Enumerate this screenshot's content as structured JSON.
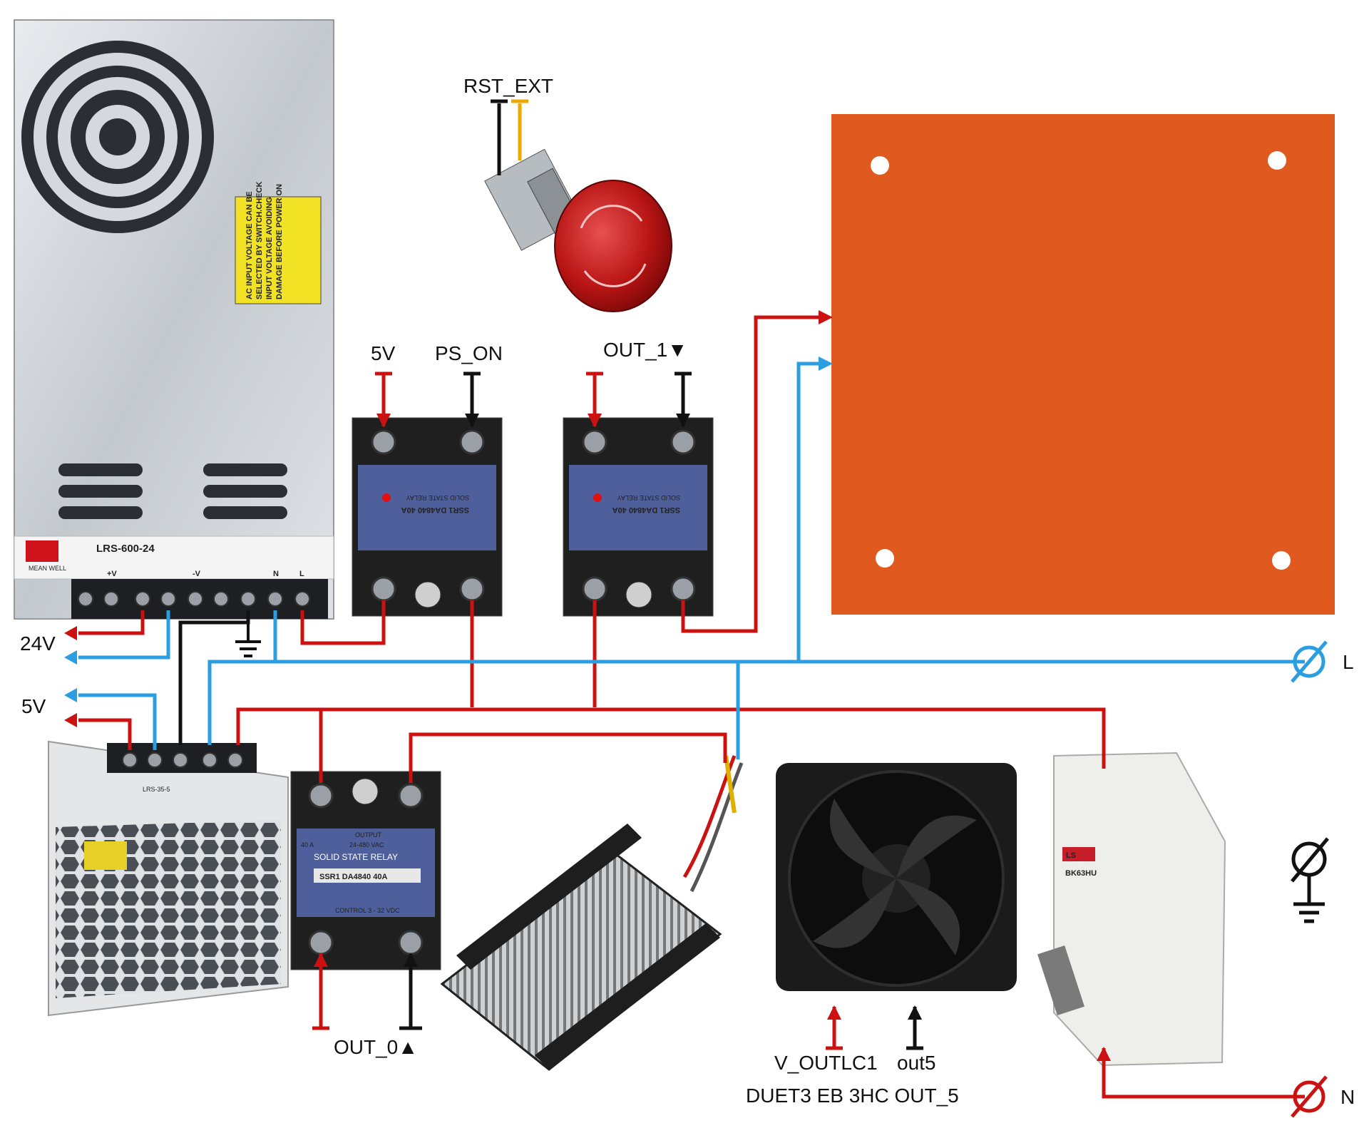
{
  "labels": {
    "rst_ext": "RST_EXT",
    "ssr1_5v": "5V",
    "ps_on": "PS_ON",
    "out_1": "OUT_1▼",
    "psu_24v": "24V",
    "psu_5v": "5V",
    "line": "L",
    "neutral": "N",
    "out_0": "OUT_0▲",
    "v_outlc1": "V_OUTLC1",
    "out5": "out5",
    "duet3": "DUET3 EB 3HC OUT_5"
  },
  "psu_large": {
    "model": "LRS-600-24",
    "brand": "MEAN WELL",
    "terminals": [
      "+V",
      "-V",
      "N",
      "L"
    ],
    "warning": [
      "AC INPUT VOLTAGE CAN BE",
      "SELECTED BY SWITCH.CHECK",
      "INPUT VOLTAGE AVOIDING",
      "DAMAGE BEFORE POWER ON"
    ]
  },
  "psu_small": {
    "model": "LRS-35-5"
  },
  "ssr": {
    "model": "SSR1 DA4840 40A",
    "type": "SOLID STATE RELAY",
    "control": "CONTROL 3 - 32 VDC",
    "output": "OUTPUT",
    "voltage": "24-480 VAC",
    "current": "40 A"
  },
  "breaker": {
    "brand": "LS",
    "model": "BK63HU"
  },
  "colors": {
    "red_wire": "#cc1111",
    "blue_wire": "#2a9ee0",
    "black_wire": "#111111",
    "yellow_wire": "#f0a800",
    "bed": "#e05a1f",
    "ssr_blue": "#4e5f9c"
  }
}
